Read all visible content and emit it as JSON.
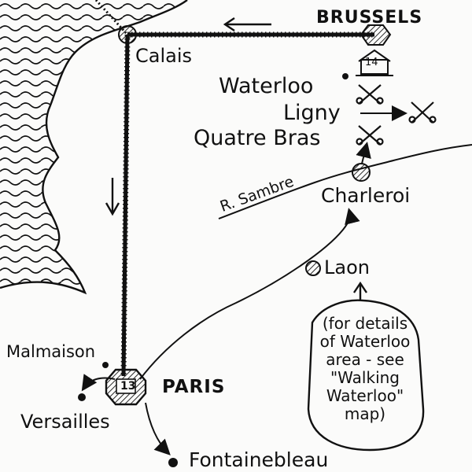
{
  "colors": {
    "ink": "#111111",
    "paper": "#fbfbfa",
    "sea": "#111111"
  },
  "places": {
    "brussels": "BRUSSELS",
    "calais": "Calais",
    "waterloo": "Waterloo",
    "ligny": "Ligny",
    "quatre_bras": "Quatre Bras",
    "charleroi": "Charleroi",
    "river": "R. Sambre",
    "laon": "Laon",
    "malmaison": "Malmaison",
    "paris": "PARIS",
    "versailles": "Versailles",
    "fontainebleau": "Fontainebleau"
  },
  "markers": {
    "brussels_number": "14",
    "paris_number": "13"
  },
  "note": "(for details of Waterloo area - see \"Walking Waterloo\" map)",
  "icons": [
    "crossed-swords-icon",
    "building-icon",
    "arrow-icon",
    "town-marker-icon"
  ]
}
